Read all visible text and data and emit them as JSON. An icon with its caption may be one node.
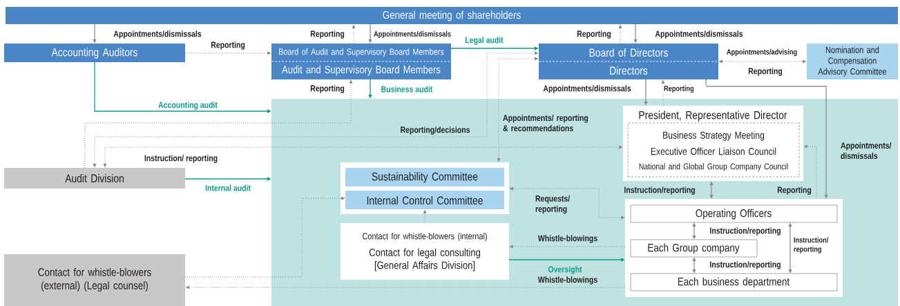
{
  "diagram": {
    "nodes": [
      {
        "text": [
          "General meeting of shareholders"
        ]
      },
      {
        "text": [
          "Accounting Auditors"
        ]
      },
      {
        "text": [
          "Board of Audit and Supervisory Board Members",
          "Audit and Supervisory Board Members"
        ]
      },
      {
        "text": [
          "Board of Directors",
          "Directors"
        ]
      },
      {
        "text": [
          "Nomination and Compensation Advisory Committee"
        ]
      },
      {
        "text": [],
        "shape": "box"
      },
      {
        "text": [
          "President, Representative Director"
        ],
        "in": 5
      },
      {
        "text": [
          "Business Strategy Meeting",
          "Executive Officer Liaison Council",
          "National and Global Group Company Council"
        ],
        "in": 6
      },
      {
        "text": [],
        "shape": "box",
        "in": 5
      },
      {
        "text": [
          "Sustainability Committee"
        ],
        "in": 8
      },
      {
        "text": [
          "Internal Control Committee"
        ],
        "in": 8
      },
      {
        "text": [
          "Contact for whistle-blowers (internal)",
          "Contact for legal consulting [General Affairs Division]"
        ],
        "in": 5
      },
      {
        "text": [],
        "shape": "box",
        "in": 5
      },
      {
        "text": [
          "Operating Officers"
        ],
        "in": 12
      },
      {
        "text": [
          "Each Group company"
        ],
        "in": 12
      },
      {
        "text": [
          "Each business department"
        ],
        "in": 12
      },
      {
        "text": [
          "Audit Division"
        ]
      },
      {
        "text": [
          "Contact for whistle-blowers (external) (Legal counsel)"
        ]
      }
    ],
    "edges": [
      {
        "from": 0,
        "to": 1,
        "arrow": "to",
        "label": "Appointments/dismissals"
      },
      {
        "from": 2,
        "to": 0,
        "arrow": "to",
        "label": "Reporting",
        "style": "dashed"
      },
      {
        "from": 0,
        "to": 2,
        "arrow": "to",
        "label": "Appointments/dismissals"
      },
      {
        "from": 1,
        "to": 2,
        "arrow": "to",
        "label": "Reporting",
        "style": "dashed"
      },
      {
        "from": 2,
        "to": 3,
        "arrow": "to",
        "label": "Legal audit",
        "color": "#0e9a8b"
      },
      {
        "from": 3,
        "to": 0,
        "arrow": "to",
        "label": "Reporting",
        "style": "dashed"
      },
      {
        "from": 0,
        "to": 3,
        "arrow": "to",
        "label": "Appointments/dismissals"
      },
      {
        "from": 3,
        "to": 4,
        "arrow": "both",
        "label": "Appointments/advising",
        "style": "dashed"
      },
      {
        "from": 2,
        "to": 5,
        "arrow": "to",
        "label": "Business audit",
        "color": "#0e9a8b"
      },
      {
        "from": 1,
        "to": 5,
        "arrow": "to",
        "label": "Accounting audit",
        "color": "#0e9a8b"
      },
      {
        "from": 16,
        "to": 2,
        "arrow": "to",
        "label": "Reporting",
        "style": "dashed"
      },
      {
        "from": 16,
        "to": 3,
        "arrow": "both",
        "label": "Reporting/decisions",
        "style": "dashed"
      },
      {
        "from": 16,
        "to": 6,
        "arrow": "both",
        "label": "Instruction/ reporting",
        "style": "dashed"
      },
      {
        "from": 3,
        "to": 8,
        "arrow": "both",
        "label": "Appointments/ reporting & recommendations",
        "style": "dashed"
      },
      {
        "from": 3,
        "to": 6,
        "arrow": "to",
        "label": "Appointments/dismissals"
      },
      {
        "from": 6,
        "to": 3,
        "arrow": "to",
        "label": "Reporting",
        "style": "dashed"
      },
      {
        "from": 3,
        "to": 12,
        "arrow": "to",
        "label": "Appointments/ dismissals"
      },
      {
        "from": 12,
        "to": 6,
        "arrow": "to",
        "label": "Reporting",
        "style": "dashed"
      },
      {
        "from": 6,
        "to": 12,
        "arrow": "both",
        "label": "Instruction/reporting"
      },
      {
        "from": 8,
        "to": 12,
        "arrow": "both",
        "label": "Requests/ reporting",
        "style": "dashed"
      },
      {
        "from": 12,
        "to": 11,
        "arrow": "to",
        "label": "Whistle-blowings",
        "style": "dashed"
      },
      {
        "from": 11,
        "to": 12,
        "arrow": "to",
        "label": "Oversight",
        "color": "#0e9a8b"
      },
      {
        "from": 12,
        "to": 17,
        "arrow": "to",
        "label": "Whistle-blowings",
        "style": "dashed"
      },
      {
        "from": 17,
        "to": 10,
        "arrow": "to",
        "style": "dashed"
      },
      {
        "from": 11,
        "to": 10,
        "arrow": "to",
        "style": "dashed"
      },
      {
        "from": 13,
        "to": 14,
        "arrow": "both",
        "label": "Instruction/reporting"
      },
      {
        "from": 14,
        "to": 15,
        "arrow": "both",
        "label": "Instruction/reporting"
      },
      {
        "from": 13,
        "to": 15,
        "arrow": "both",
        "label": "Instruction/ reporting"
      },
      {
        "from": 16,
        "to": 5,
        "arrow": "to",
        "label": "Internal audit",
        "color": "#0e9a8b"
      }
    ],
    "labels": [
      "Reporting"
    ]
  }
}
